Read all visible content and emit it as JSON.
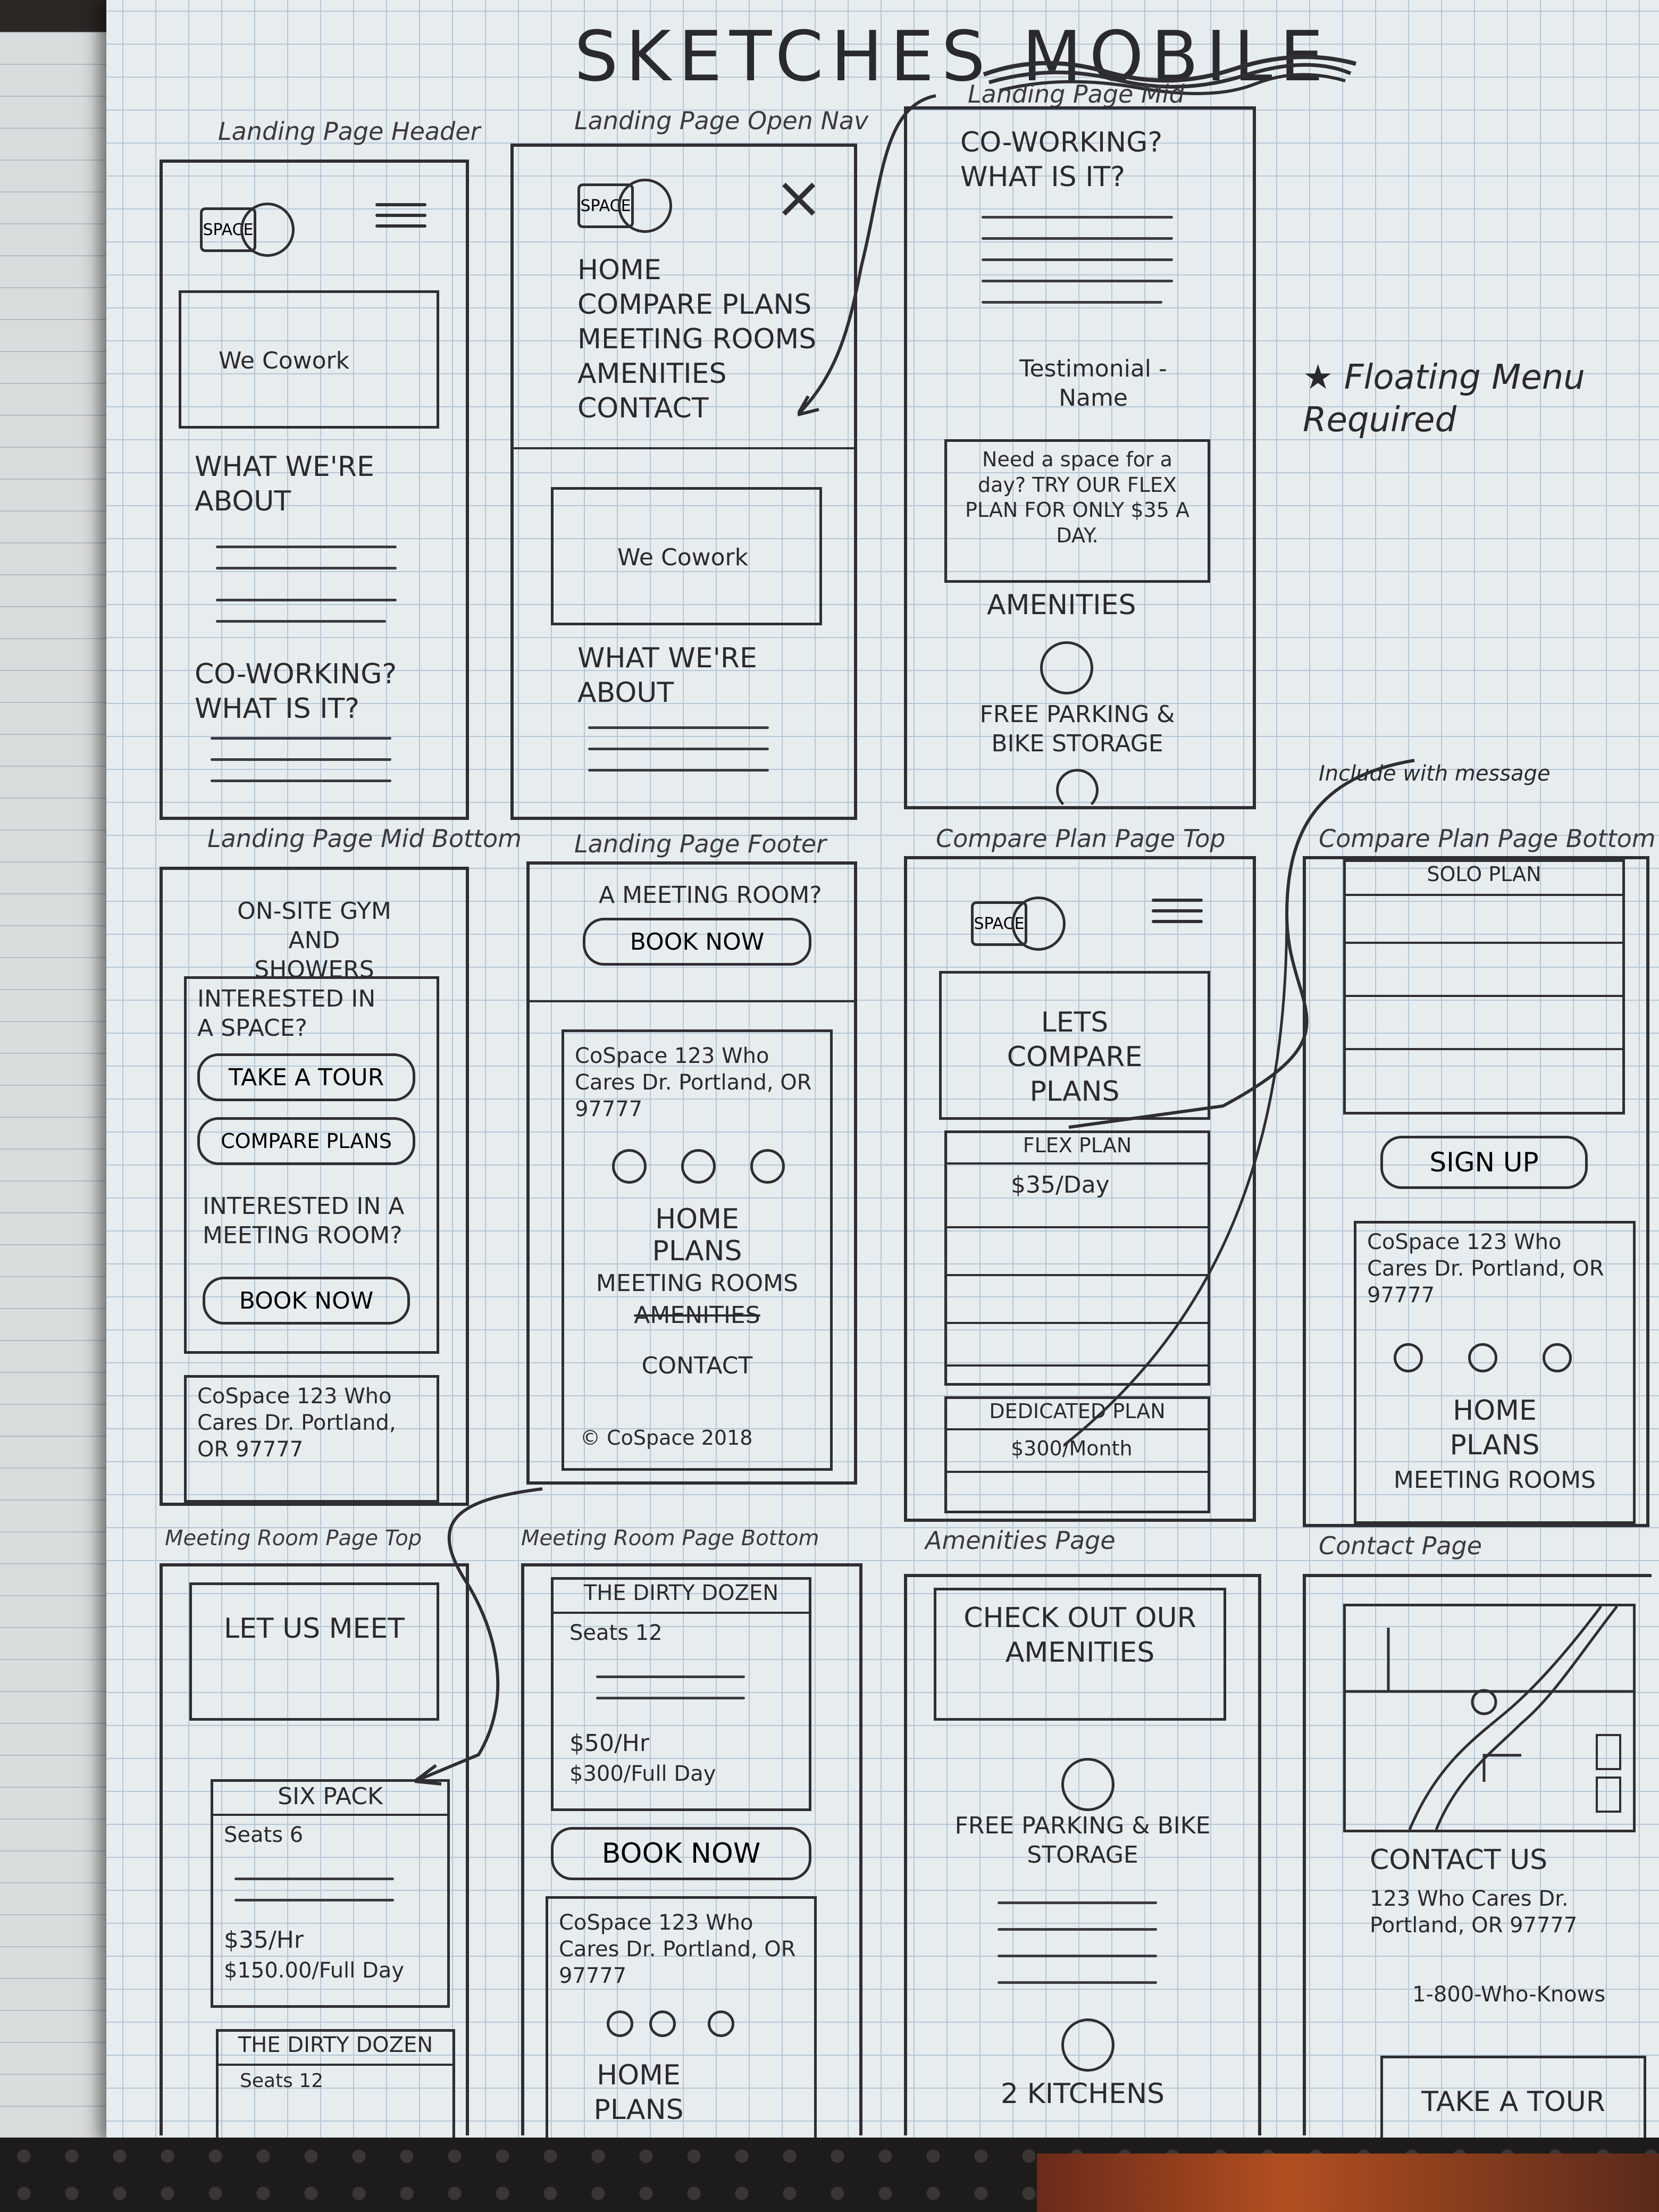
{
  "title": "SKETCHES MOBILE",
  "panels": {
    "p1": {
      "label": "Landing Page Header",
      "hero": "We Cowork",
      "h1": "WHAT WE'RE ABOUT",
      "h2": "CO-WORKING? WHAT IS IT?"
    },
    "p2": {
      "label": "Landing Page Open Nav",
      "nav": [
        "HOME",
        "COMPARE PLANS",
        "MEETING ROOMS",
        "AMENITIES",
        "CONTACT"
      ],
      "hero": "We Cowork",
      "h1": "WHAT WE'RE ABOUT"
    },
    "p3": {
      "label": "Landing Page Mid",
      "h1": "CO-WORKING? WHAT IS IT?",
      "testimonial": "Testimonial - Name",
      "promo": "Need a space for a day? TRY OUR FLEX PLAN FOR ONLY $35 A DAY.",
      "h2": "AMENITIES",
      "amenity": "FREE PARKING & BIKE STORAGE"
    },
    "note": {
      "text": "Floating Menu Required"
    },
    "p4": {
      "label": "Landing Page Mid Bottom",
      "gym": "ON-SITE GYM AND SHOWERS",
      "q1": "INTERESTED IN A SPACE?",
      "tour": "TAKE A TOUR",
      "compare": "COMPARE PLANS",
      "q2": "INTERESTED IN A MEETING ROOM?",
      "book": "BOOK NOW",
      "addr": "CoSpace 123 Who Cares Dr. Portland, OR 97777"
    },
    "p5": {
      "label": "Landing Page Footer",
      "q": "A MEETING ROOM?",
      "book": "BOOK NOW",
      "addr": "CoSpace 123 Who Cares Dr. Portland, OR 97777",
      "nav": [
        "HOME",
        "PLANS",
        "MEETING ROOMS",
        "AMENITIES",
        "CONTACT"
      ],
      "copy": "© CoSpace 2018"
    },
    "p6": {
      "label": "Compare Plan Page Top",
      "hero": "LETS COMPARE PLANS",
      "plan1": "FLEX PLAN",
      "price1": "$35/Day",
      "plan2": "DEDICATED PLAN",
      "price2": "$300/Month",
      "note": "Include with message"
    },
    "p7": {
      "label": "Compare Plan Page Bottom",
      "plan": "SOLO PLAN",
      "signup": "SIGN UP",
      "addr": "CoSpace 123 Who Cares Dr. Portland, OR 97777",
      "nav": [
        "HOME",
        "PLANS",
        "MEETING ROOMS"
      ]
    },
    "p8": {
      "label": "Meeting Room Page Top",
      "hero": "LET US MEET",
      "room": "SIX PACK",
      "seats": "Seats 6",
      "price1": "$35/Hr",
      "price2": "$150.00/Full Day",
      "room2": "THE DIRTY DOZEN",
      "seats2": "Seats 12"
    },
    "p9": {
      "label": "Meeting Room Page Bottom",
      "room": "THE DIRTY DOZEN",
      "seats": "Seats 12",
      "price1": "$50/Hr",
      "price2": "$300/Full Day",
      "book": "BOOK NOW",
      "addr": "CoSpace 123 Who Cares Dr. Portland, OR 97777",
      "nav": [
        "HOME",
        "PLANS"
      ]
    },
    "p10": {
      "label": "Amenities Page",
      "hero": "CHECK OUT OUR AMENITIES",
      "a1": "FREE PARKING & BIKE STORAGE",
      "a2": "2 KITCHENS"
    },
    "p11": {
      "label": "Contact Page",
      "h": "CONTACT US",
      "addr": "123 Who Cares Dr. Portland, OR 97777",
      "phone": "1-800-Who-Knows",
      "tour": "TAKE A TOUR"
    }
  },
  "logo_text": "SPACE"
}
